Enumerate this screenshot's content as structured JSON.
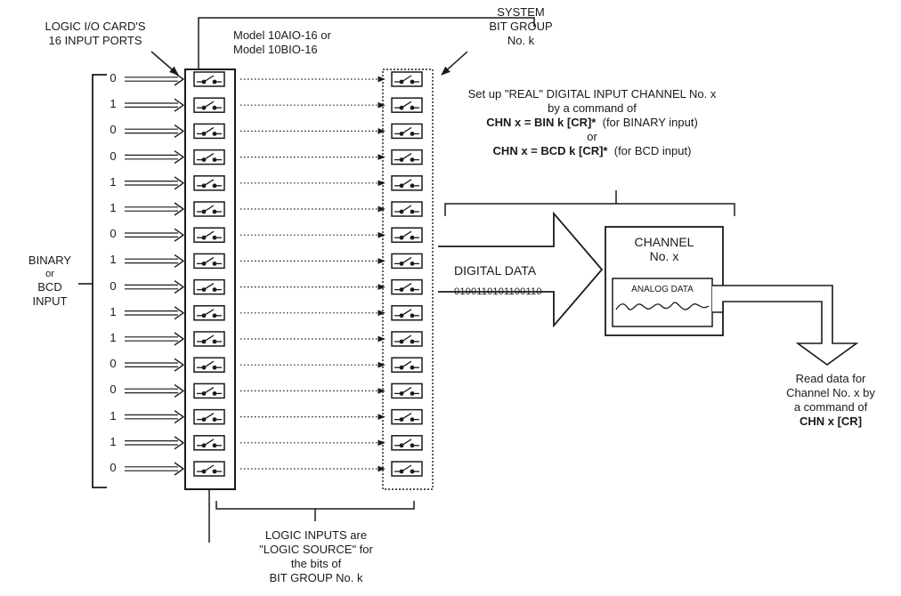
{
  "card_label": {
    "line1": "LOGIC I/O CARD'S",
    "line2": "16 INPUT PORTS"
  },
  "model_label": {
    "line1": "Model 10AIO-16 or",
    "line2": "Model 10BIO-16"
  },
  "system_label": {
    "line1": "SYSTEM",
    "line2": "BIT GROUP",
    "line3": "No. k"
  },
  "input_label": {
    "line1": "BINARY",
    "line2": "or",
    "line3": "BCD",
    "line4": "INPUT"
  },
  "setup_text": {
    "line1": "Set up \"REAL\" DIGITAL INPUT CHANNEL No. x",
    "line2": "by a command of",
    "cmd1_bold": "CHN x = BIN",
    "cmd1_rest": " k [CR]*",
    "cmd1_note": "(for BINARY input)",
    "or": "or",
    "cmd2_bold": "CHN x = BCD",
    "cmd2_rest": " k [CR]*",
    "cmd2_note": "(for BCD input)"
  },
  "digital_data": {
    "label": "DIGITAL DATA",
    "value": "0100110101100110"
  },
  "channel_box": {
    "line1": "CHANNEL",
    "line2": "No. x",
    "analog_label": "ANALOG DATA"
  },
  "read_text": {
    "line1": "Read data for",
    "line2": "Channel No. x by",
    "line3": "a command of",
    "cmd": "CHN x [CR]"
  },
  "logic_inputs": {
    "line1": "LOGIC INPUTS are",
    "line2": "\"LOGIC SOURCE\" for",
    "line3": "the bits of",
    "line4": "BIT GROUP No. k"
  },
  "bits": [
    "0",
    "1",
    "0",
    "0",
    "1",
    "1",
    "0",
    "1",
    "0",
    "1",
    "1",
    "0",
    "0",
    "1",
    "1",
    "0"
  ]
}
